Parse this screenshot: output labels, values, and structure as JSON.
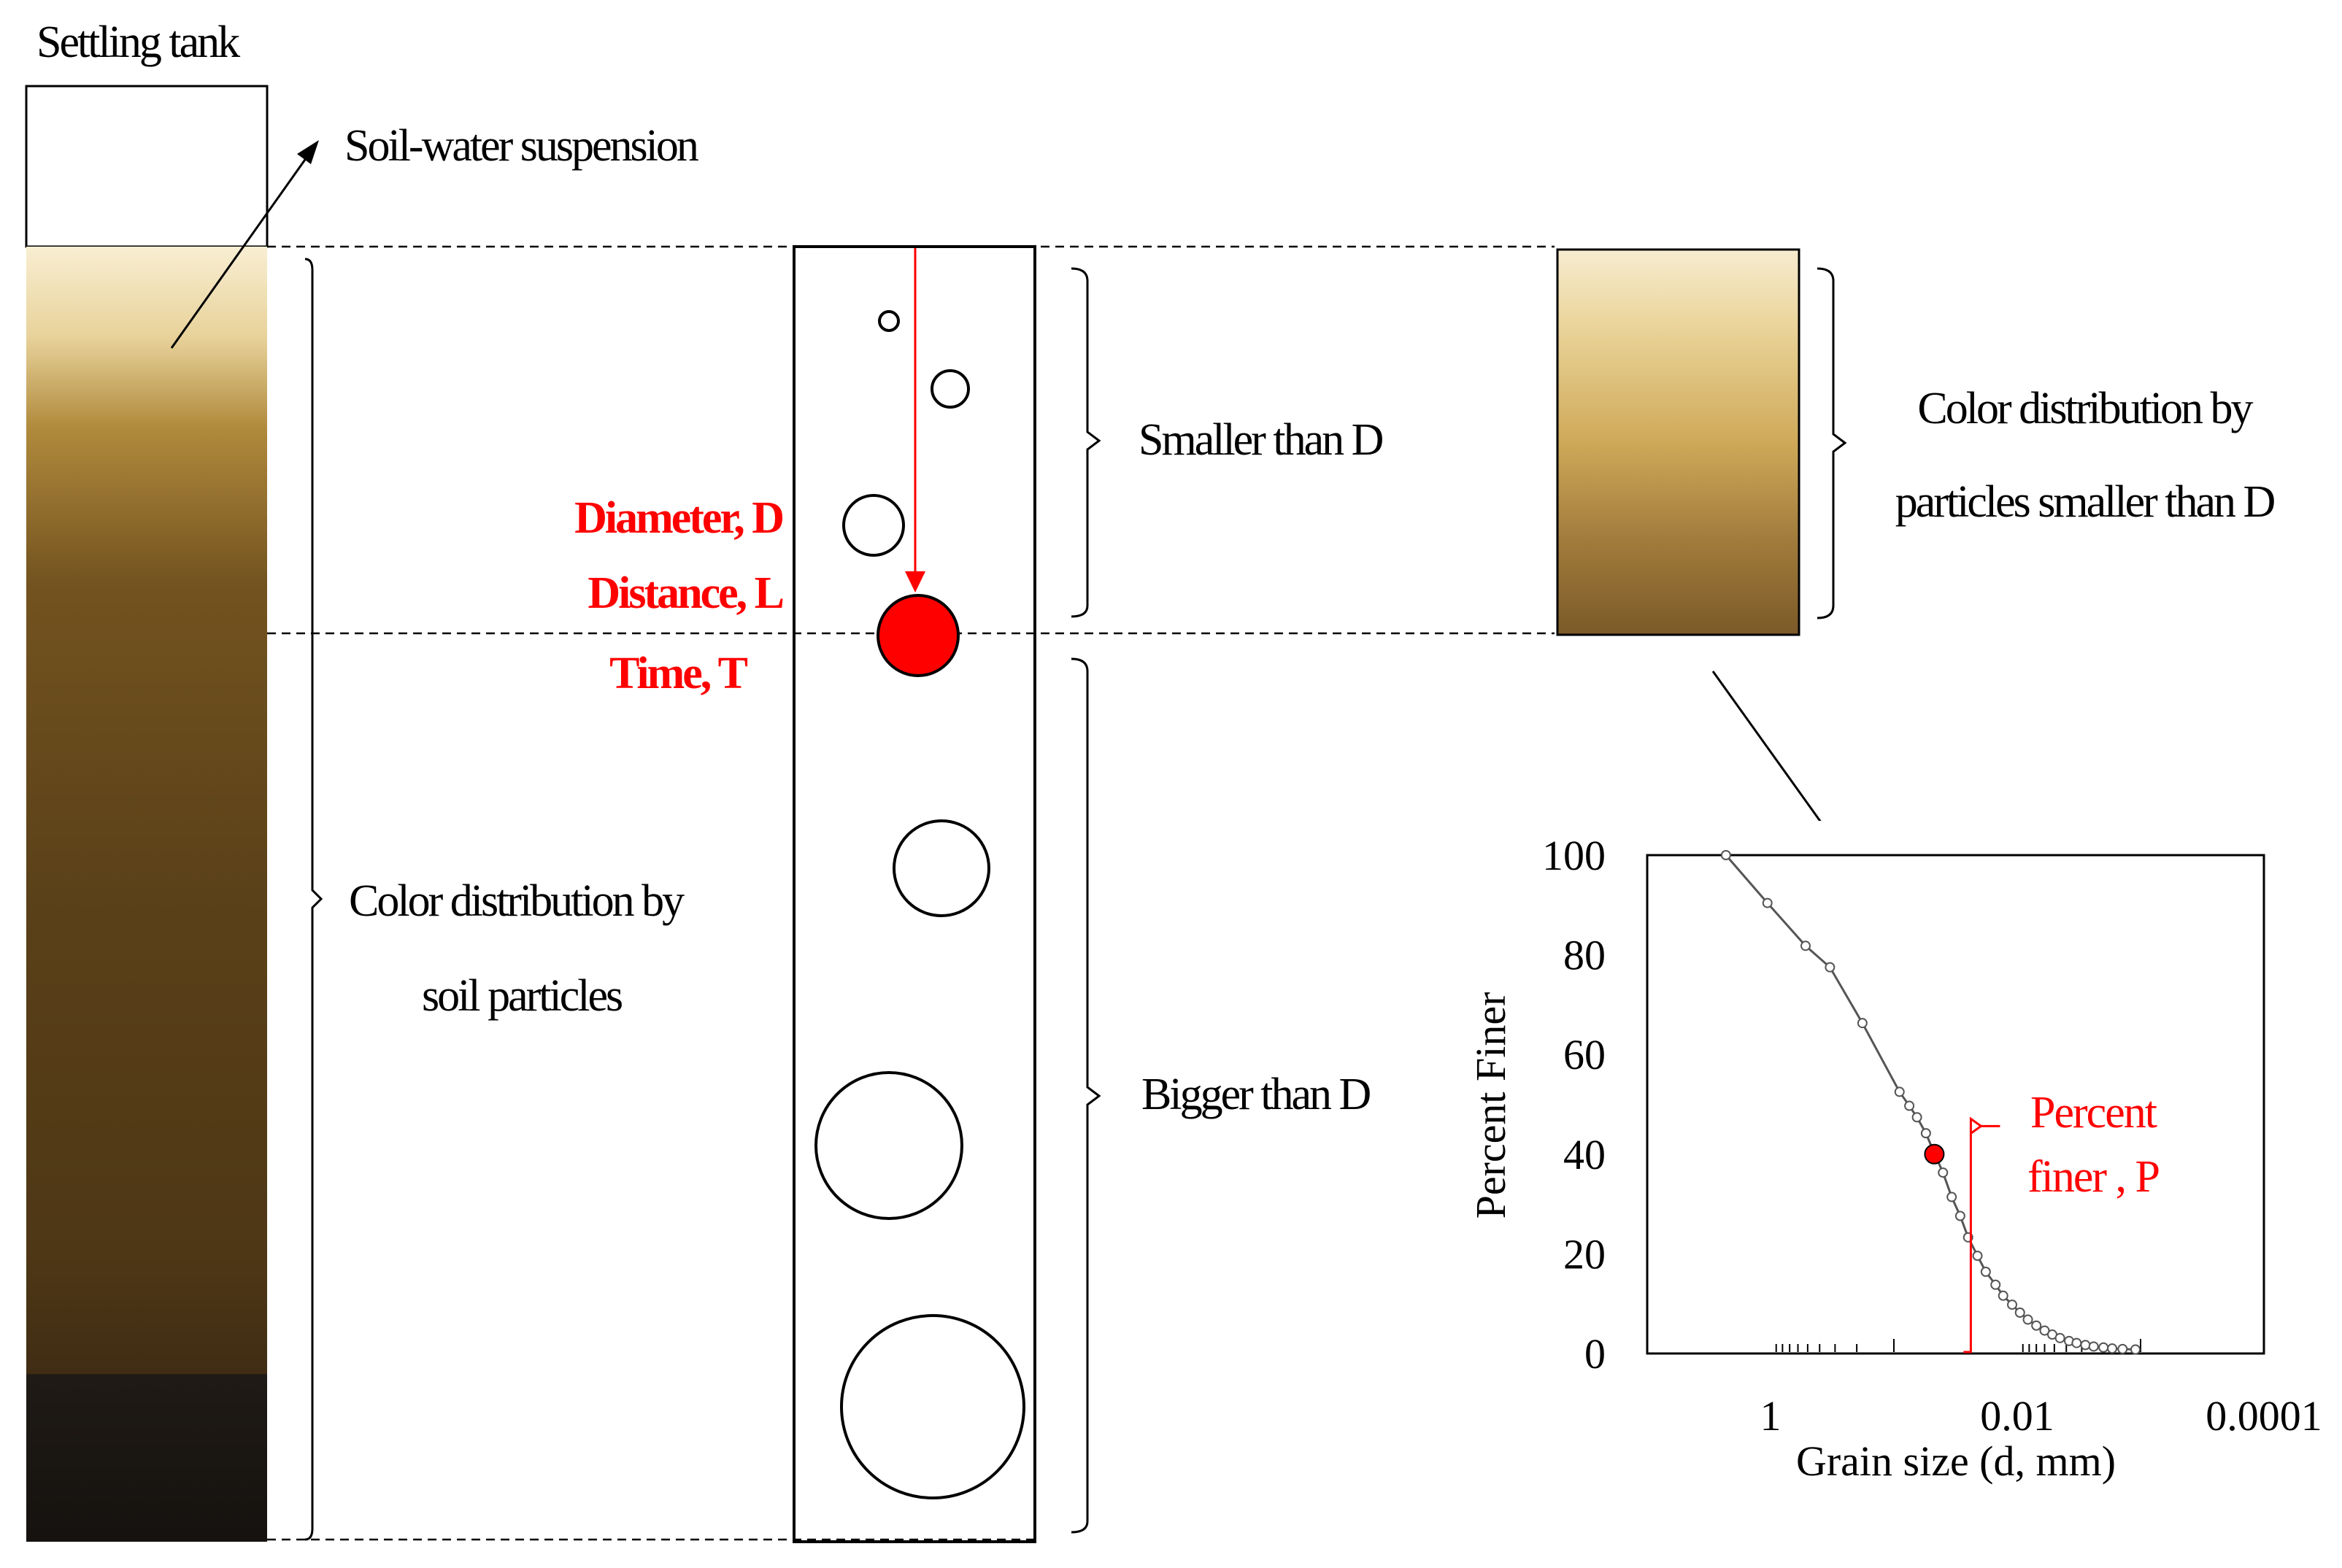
{
  "labels": {
    "settling_tank": "Settling tank",
    "suspension": "Soil-water suspension",
    "color_dist_soil_1": "Color distribution by",
    "color_dist_soil_2": "soil particles",
    "diameter": "Diameter, D",
    "distance": "Distance, L",
    "time": "Time, T",
    "smaller": "Smaller than D",
    "bigger": "Bigger than D",
    "color_dist_small_1": "Color distribution by",
    "color_dist_small_2": "particles smaller than D",
    "percent_finer_1": "Percent",
    "percent_finer_2": "finer , P"
  },
  "colors": {
    "accent": "#ff0000",
    "soil_light": "#f6ecd0",
    "soil_mid": "#8a6428",
    "soil_dark": "#4e3715",
    "sediment": "#1c1814"
  },
  "particles_above": 3,
  "particles_below": 3,
  "chart_data": {
    "type": "line",
    "xlabel": "Grain size (d, mm)",
    "ylabel": "Percent  Finer",
    "x_scale": "log-reversed",
    "xlim": [
      10,
      0.0001
    ],
    "ylim": [
      0,
      100
    ],
    "x_ticks": [
      "1",
      "0.01",
      "0.0001"
    ],
    "y_ticks": [
      "0",
      "20",
      "40",
      "60",
      "80",
      "100"
    ],
    "series": [
      {
        "x": [
          2.3,
          1.06,
          0.52,
          0.33,
          0.18,
          0.09,
          0.075,
          0.065,
          0.055,
          0.047,
          0.04,
          0.034,
          0.029,
          0.025,
          0.021,
          0.018,
          0.015,
          0.013,
          0.011,
          0.0095,
          0.0082,
          0.007,
          0.006,
          0.0052,
          0.0045,
          0.0038,
          0.0033,
          0.0028,
          0.0024,
          0.002,
          0.0017,
          0.0014,
          0.0011
        ],
        "y": [
          100,
          90.4,
          81.8,
          77.5,
          66.3,
          52.5,
          49.7,
          47.4,
          44.2,
          40.2,
          36.3,
          31.4,
          27.6,
          23.3,
          19.6,
          16.4,
          13.8,
          11.6,
          9.8,
          8.2,
          6.8,
          5.6,
          4.6,
          3.8,
          3.1,
          2.5,
          2.1,
          1.7,
          1.4,
          1.2,
          1.0,
          0.9,
          0.8
        ]
      }
    ],
    "highlight": {
      "x": 0.047,
      "y": 40
    }
  }
}
